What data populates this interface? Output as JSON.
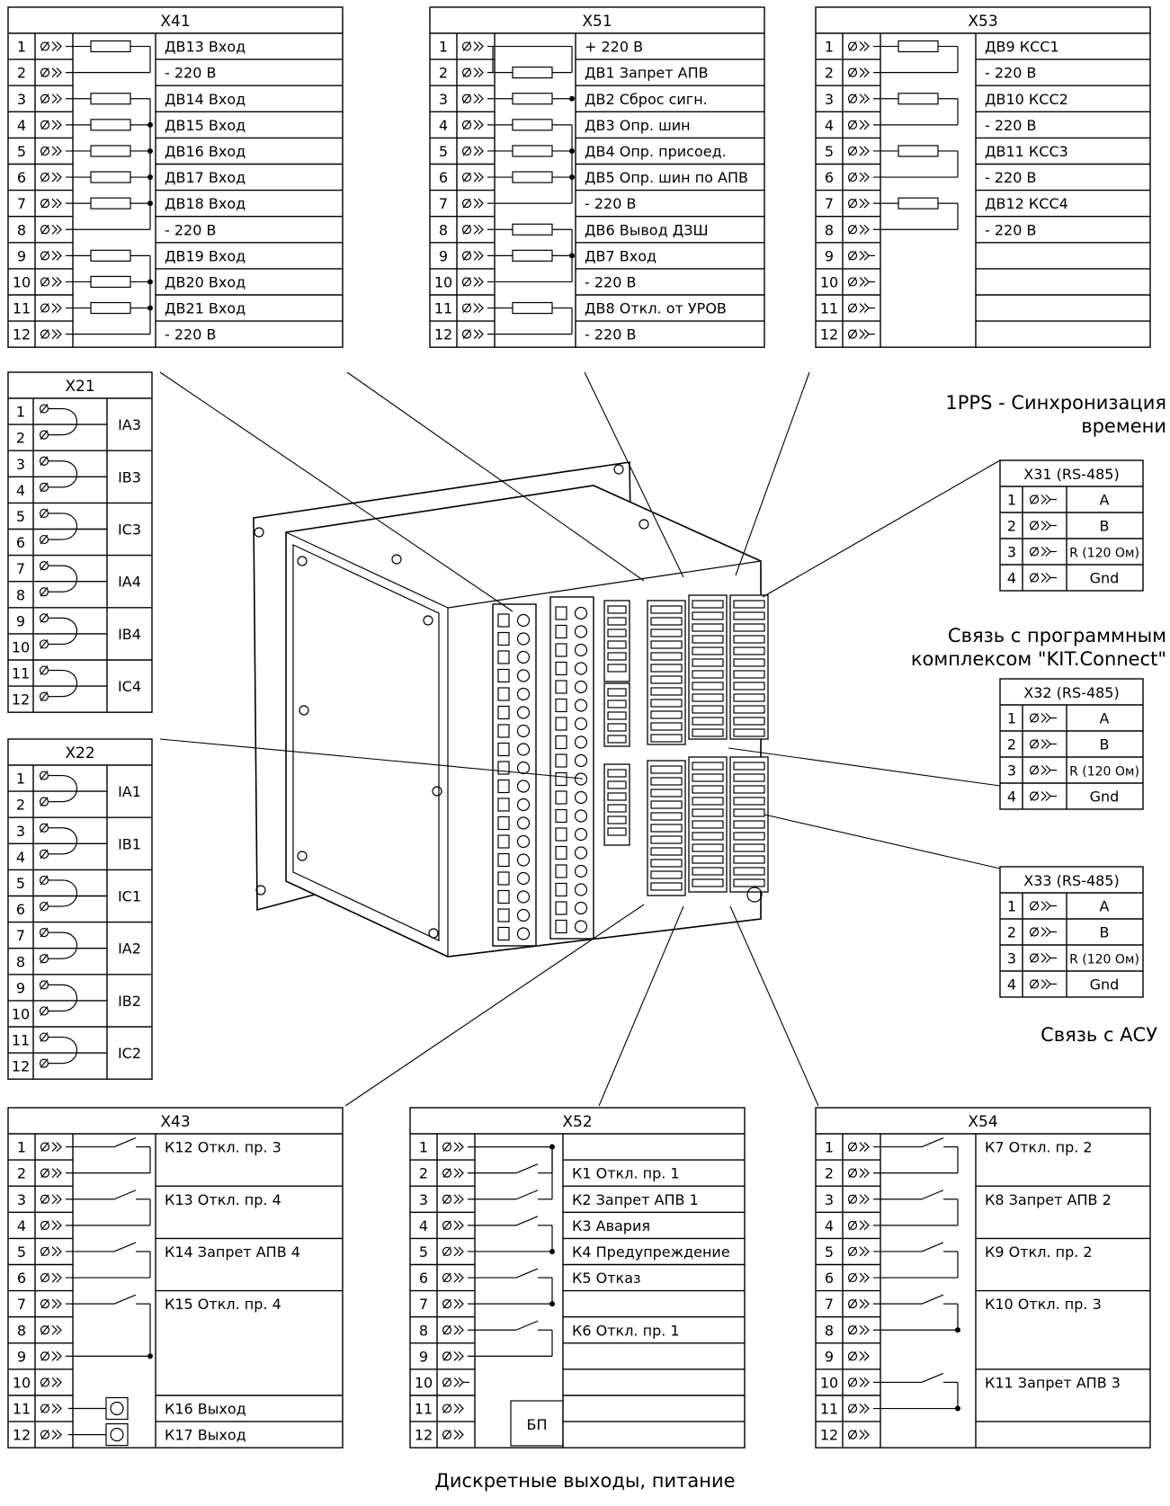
{
  "blocks": {
    "x41": {
      "title": "X41",
      "kind": "input",
      "labels": [
        "ДВ13 Вход",
        "- 220 В",
        "ДВ14 Вход",
        "ДВ15 Вход",
        "ДВ16 Вход",
        "ДВ17 Вход",
        "ДВ18 Вход",
        "- 220 В",
        "ДВ19 Вход",
        "ДВ20 Вход",
        "ДВ21 Вход",
        "- 220 В"
      ]
    },
    "x51": {
      "title": "X51",
      "kind": "input",
      "labels": [
        "+ 220 В",
        "ДВ1 Запрет АПВ",
        "ДВ2 Сброс сигн.",
        "ДВ3 Опр. шин",
        "ДВ4 Опр. присоед.",
        "ДВ5 Опр. шин по АПВ",
        "- 220 В",
        "ДВ6 Вывод ДЗШ",
        "ДВ7 Вход",
        "- 220 В",
        "ДВ8 Откл. от УРОВ",
        "- 220 В"
      ]
    },
    "x53": {
      "title": "X53",
      "kind": "input",
      "labels": [
        "ДВ9 КСС1",
        "- 220 В",
        "ДВ10 КСС2",
        "- 220 В",
        "ДВ11 КСС3",
        "- 220 В",
        "ДВ12 КСС4",
        "- 220 В",
        "",
        "",
        "",
        ""
      ]
    },
    "x21": {
      "title": "X21",
      "kind": "current",
      "labels": [
        "IA3",
        "IB3",
        "IC3",
        "IA4",
        "IB4",
        "IC4"
      ]
    },
    "x22": {
      "title": "X22",
      "kind": "current",
      "labels": [
        "IA1",
        "IB1",
        "IC1",
        "IA2",
        "IB2",
        "IC2"
      ]
    },
    "x31": {
      "title": "X31 (RS-485)",
      "kind": "comm",
      "labels": [
        "A",
        "B",
        "R (120 Ом)",
        "Gnd"
      ]
    },
    "x32": {
      "title": "X32 (RS-485)",
      "kind": "comm",
      "labels": [
        "A",
        "B",
        "R (120 Ом)",
        "Gnd"
      ]
    },
    "x33": {
      "title": "X33 (RS-485)",
      "kind": "comm",
      "labels": [
        "A",
        "B",
        "R (120 Ом)",
        "Gnd"
      ]
    },
    "x43": {
      "title": "X43",
      "kind": "output",
      "labels": [
        "К12 Откл. пр. 3",
        "",
        "К13 Откл. пр. 4",
        "",
        "К14 Запрет АПВ 4",
        "",
        "К15 Откл. пр. 4",
        "",
        "",
        "",
        "К16 Выход",
        "К17 Выход"
      ]
    },
    "x52": {
      "title": "X52",
      "kind": "output",
      "labels": [
        "",
        "К1 Откл. пр. 1",
        "К2 Запрет АПВ 1",
        "К3 Авария",
        "К4 Предупреждение",
        "К5 Отказ",
        "",
        "К6 Откл. пр. 1",
        "",
        "",
        "",
        ""
      ],
      "psu_label": "БП"
    },
    "x54": {
      "title": "X54",
      "kind": "output",
      "labels": [
        "К7 Откл. пр. 2",
        "",
        "К8 Запрет АПВ 2",
        "",
        "К9 Откл. пр. 2",
        "",
        "К10 Откл. пр. 3",
        "",
        "",
        "К11 Запрет АПВ 3",
        "",
        ""
      ]
    }
  },
  "captions": {
    "pps_line1": "1PPS - Синхронизация",
    "pps_line2": "времени",
    "kit_line1": "Связь с программным",
    "kit_line2": "комплексом \"KIT.Connect\"",
    "asu": "Связь с АСУ",
    "outputs": "Дискретные выходы, питание"
  }
}
